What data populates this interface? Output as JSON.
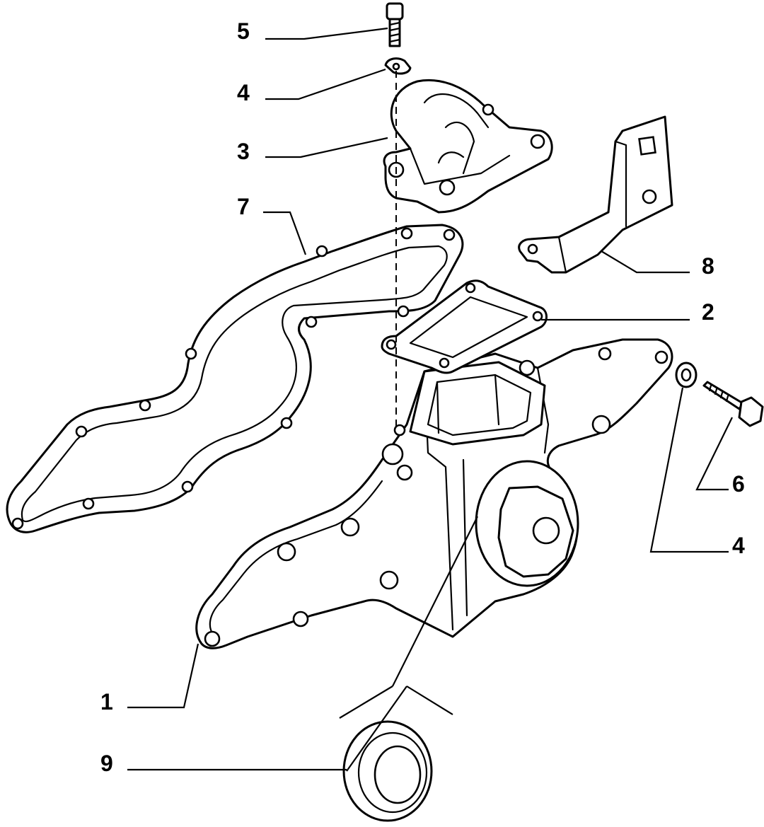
{
  "diagram": {
    "line_color": "#000000",
    "background": "#ffffff",
    "callouts": [
      "5",
      "4",
      "3",
      "7",
      "8",
      "2",
      "6",
      "4",
      "1",
      "9"
    ]
  }
}
